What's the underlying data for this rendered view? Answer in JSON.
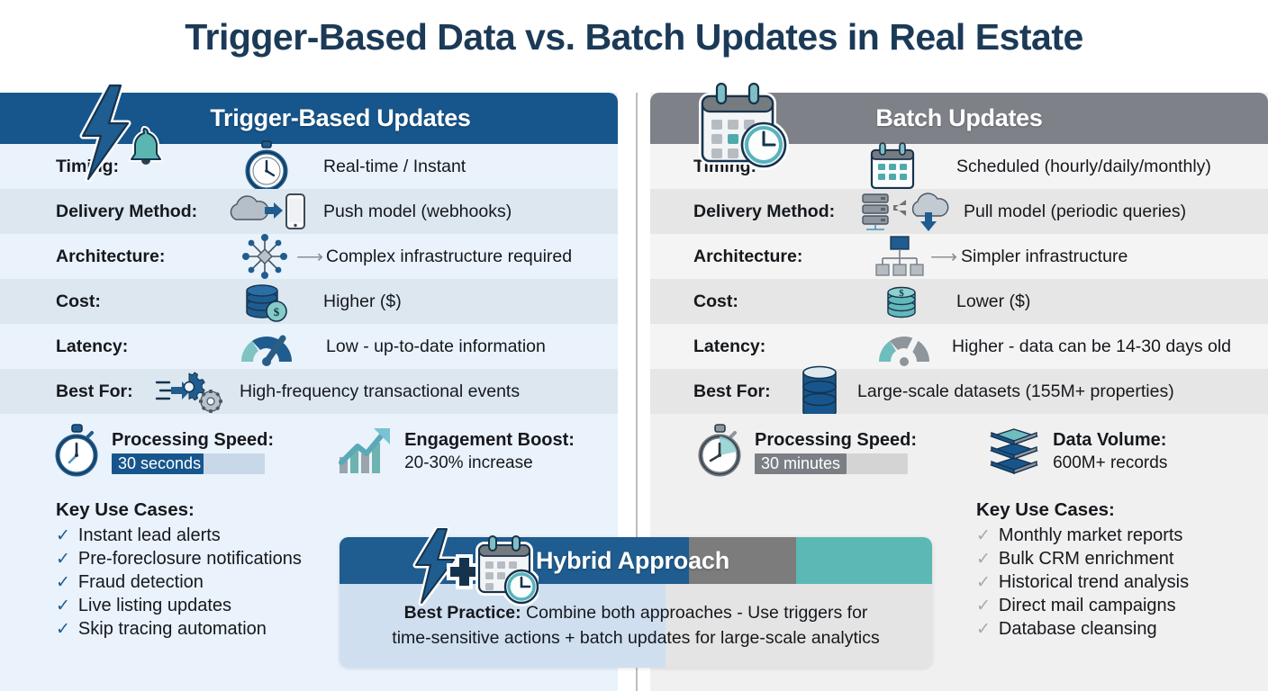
{
  "title": "Trigger-Based Data vs. Batch Updates in Real Estate",
  "colors": {
    "title_navy": "#1b3a57",
    "trigger_blue": "#16568c",
    "batch_gray": "#7e8288",
    "teal": "#5bb8b5",
    "left_panel_bg": "#eaf2fb",
    "right_panel_bg": "#f0f0f0"
  },
  "left_panel": {
    "header": "Trigger-Based Updates",
    "header_icon": "lightning-bolt-bell-icon",
    "rows": [
      {
        "label": "Timing:",
        "icon": "stopwatch-icon",
        "value": "Real-time / Instant",
        "arrow": false
      },
      {
        "label": "Delivery Method:",
        "icon": "cloud-to-phone-icon",
        "value": "Push model (webhooks)",
        "arrow": false
      },
      {
        "label": "Architecture:",
        "icon": "network-nodes-icon",
        "value": "Complex infrastructure required",
        "arrow": true
      },
      {
        "label": "Cost:",
        "icon": "coin-stack-dollar-icon",
        "value": "Higher ($)",
        "arrow": false
      },
      {
        "label": "Latency:",
        "icon": "gauge-icon",
        "value": "Low - up-to-date information",
        "arrow": false
      },
      {
        "label": "Best For:",
        "icon": "gears-flow-icon",
        "value": "High-frequency transactional events",
        "arrow": false
      }
    ],
    "metrics": [
      {
        "icon": "stopwatch-icon",
        "title": "Processing Speed:",
        "bar_value": "30 seconds",
        "bar_fill_pct": 60
      },
      {
        "icon": "growth-chart-icon",
        "title": "Engagement Boost:",
        "sub": "20-30% increase"
      }
    ],
    "use_cases_title": "Key Use Cases:",
    "use_cases": [
      "Instant lead alerts",
      "Pre-foreclosure notifications",
      "Fraud detection",
      "Live listing updates",
      "Skip tracing automation"
    ]
  },
  "right_panel": {
    "header": "Batch Updates",
    "header_icon": "calendar-clock-icon",
    "rows": [
      {
        "label": "Timing:",
        "icon": "calendar-grid-icon",
        "value": "Scheduled (hourly/daily/monthly)",
        "arrow": false
      },
      {
        "label": "Delivery Method:",
        "icon": "server-from-cloud-icon",
        "value": "Pull model (periodic queries)",
        "arrow": false
      },
      {
        "label": "Architecture:",
        "icon": "hierarchy-tree-icon",
        "value": "Simpler infrastructure",
        "arrow": true
      },
      {
        "label": "Cost:",
        "icon": "coin-stack-dollar-icon",
        "value": "Lower ($)",
        "arrow": false
      },
      {
        "label": "Latency:",
        "icon": "gauge-icon",
        "value": "Higher - data can be 14-30 days old",
        "arrow": false
      },
      {
        "label": "Best For:",
        "icon": "database-cylinder-icon",
        "value": "Large-scale datasets (155M+ properties)",
        "arrow": false
      }
    ],
    "metrics": [
      {
        "icon": "stopwatch-icon",
        "title": "Processing Speed:",
        "bar_value": "30 minutes",
        "bar_fill_pct": 60
      },
      {
        "icon": "data-layers-icon",
        "title": "Data Volume:",
        "sub": "600M+ records"
      }
    ],
    "use_cases_title": "Key Use Cases:",
    "use_cases": [
      "Monthly market reports",
      "Bulk CRM enrichment",
      "Historical trend analysis",
      "Direct mail campaigns",
      "Database cleansing"
    ]
  },
  "hybrid": {
    "header": "Hybrid Approach",
    "header_icon": "bolt-plus-calendar-clock-icon",
    "body_bold": "Best Practice:",
    "body_line1": " Combine both approaches - Use triggers for",
    "body_line2": "time-sensitive actions + batch updates for large-scale analytics"
  }
}
